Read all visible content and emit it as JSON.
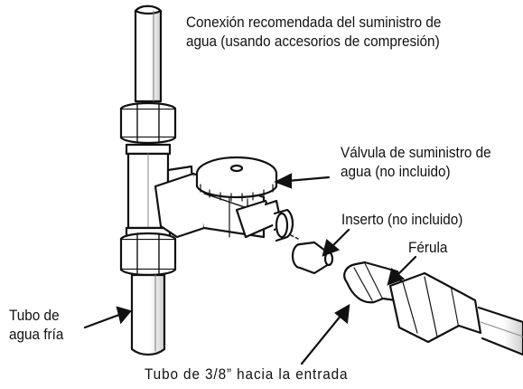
{
  "labels": {
    "title": {
      "line1": "Conexión recomendada del suministro de",
      "line2": "agua (usando accesorios de compresión)"
    },
    "valve": {
      "line1": "Válvula de suministro de",
      "line2": "agua (no incluido)"
    },
    "insert": "Inserto (no incluido)",
    "ferrule": "Férula",
    "cold_pipe": {
      "line1": "Tubo de",
      "line2": "agua fría"
    },
    "tubing": "Tubo de 3/8” hacia la entrada"
  },
  "colors": {
    "ink": "#111111",
    "background": "#ffffff",
    "shade": "#d9d9d9"
  }
}
